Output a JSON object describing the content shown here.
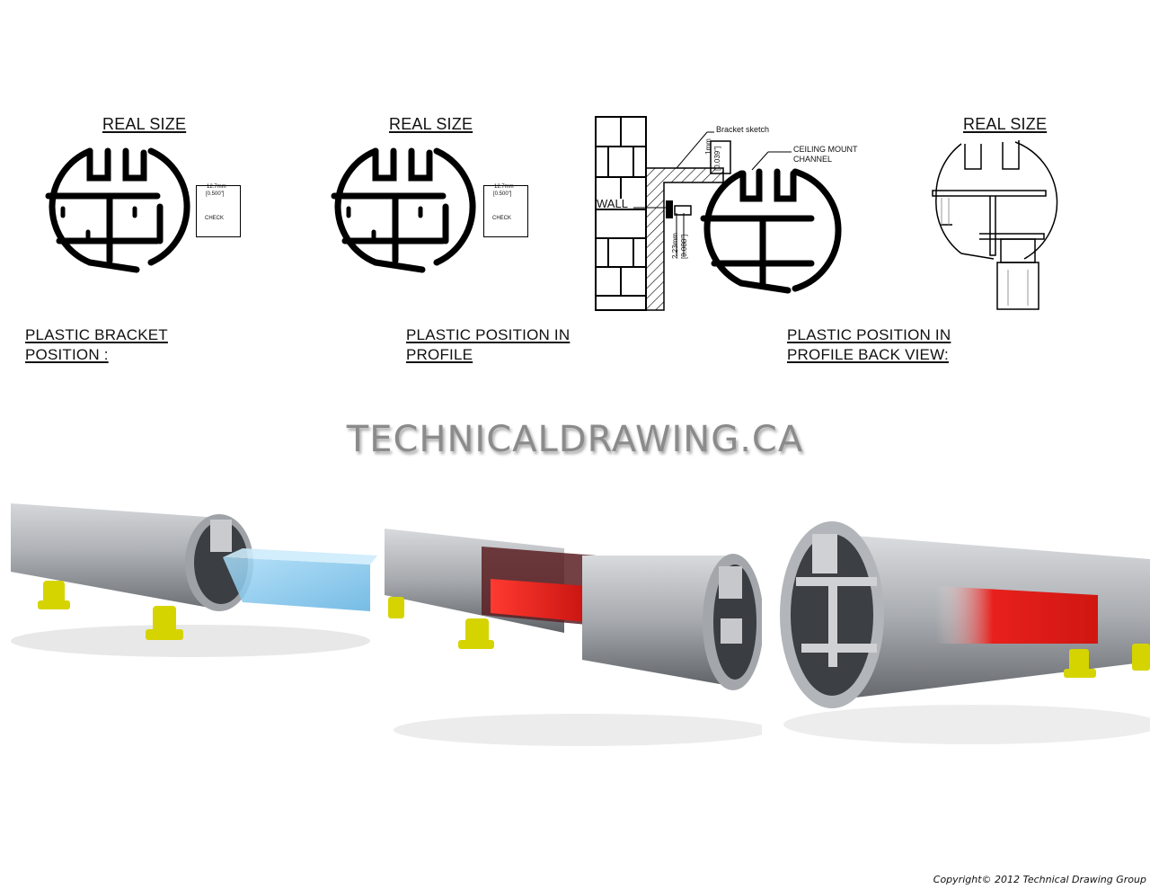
{
  "drawings": {
    "real_size_1": "REAL SIZE",
    "real_size_2": "REAL SIZE",
    "real_size_3": "REAL SIZE",
    "check_label_1": "CHECK",
    "check_label_2": "CHECK",
    "box_dim_1": "12.7mm",
    "box_dim_1_in": "[0.500\"]",
    "box_dim_2": "12.7mm",
    "box_dim_2_in": "[0.500\"]",
    "wall_label": "WALL",
    "bracket_sketch": "Bracket sketch",
    "ceiling_mount_line1": "CEILING MOUNT",
    "ceiling_mount_line2": "CHANNEL",
    "dim_1mm": "1mm",
    "dim_1mm_in": "[0.039\"]",
    "dim_223mm": "2.23mm",
    "dim_223mm_in": "[0.088\"]"
  },
  "captions": {
    "left_line1": "PLASTIC BRACKET",
    "left_line2": "POSITION :",
    "mid_line1": "PLASTIC  POSITION IN",
    "mid_line2": "PROFILE",
    "right_line1": "PLASTIC  POSITION IN",
    "right_line2": "PROFILE  BACK VIEW:"
  },
  "watermark": "TECHNICALDRAWING.CA",
  "copyright": "Copyright© 2012 Technical Drawing Group",
  "colors": {
    "aluminum": "#b4b7bb",
    "insert_blue": "#7fc4ec",
    "insert_red": "#e8201c",
    "bracket_yellow": "#d6d400"
  }
}
